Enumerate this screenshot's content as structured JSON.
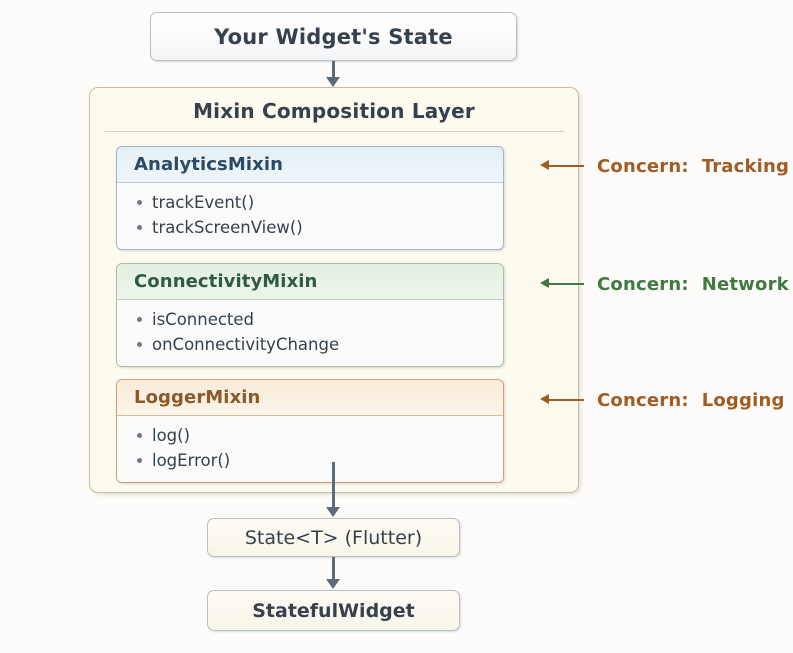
{
  "diagram": {
    "title_top": "Your Widget's State",
    "panel": {
      "title": "Mixin Composition Layer",
      "mixins": [
        {
          "name": "AnalyticsMixin",
          "accent": "#2b4a66",
          "members": [
            "trackEvent()",
            "trackScreenView()"
          ],
          "concern_label": "Concern:  Tracking",
          "concern_color": "#a05c22"
        },
        {
          "name": "ConnectivityMixin",
          "accent": "#2e5b46",
          "members": [
            "isConnected",
            "onConnectivityChange"
          ],
          "concern_label": "Concern:  Network",
          "concern_color": "#3f7a3f"
        },
        {
          "name": "LoggerMixin",
          "accent": "#8a5a2b",
          "members": [
            "log()",
            "logError()"
          ],
          "concern_label": "Concern:  Logging",
          "concern_color": "#a05c22"
        }
      ]
    },
    "box_state": "State<T> (Flutter)",
    "box_widget": "StatefulWidget"
  },
  "colors": {
    "page_background": "#fdfcfa",
    "panel_background": "#fdfaf0",
    "panel_border": "#cbbd9b",
    "arrow": "#5d6a78",
    "text_primary": "#35414d"
  }
}
